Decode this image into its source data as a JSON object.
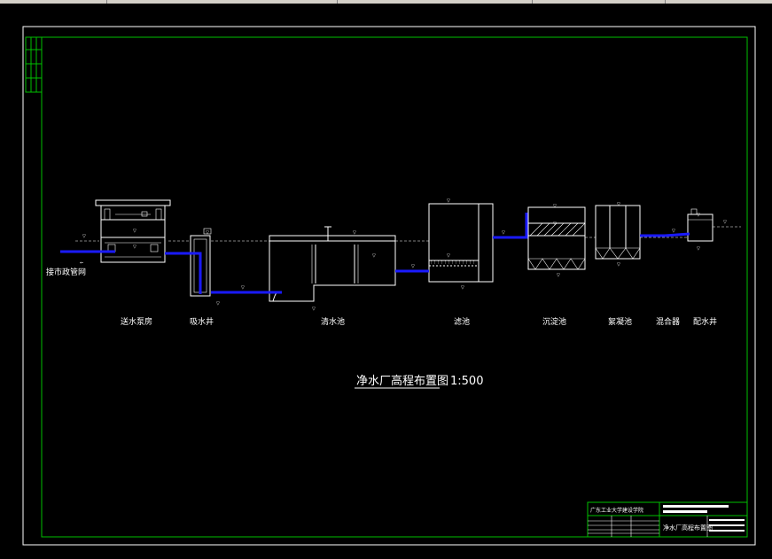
{
  "drawing": {
    "title": "净水厂高程布置图",
    "scale": "1:500",
    "inlet_label": "接市政管网",
    "structures": [
      {
        "key": "pump",
        "label": "送水泵房"
      },
      {
        "key": "well",
        "label": "吸水井"
      },
      {
        "key": "clearwell",
        "label": "清水池"
      },
      {
        "key": "filter",
        "label": "滤池"
      },
      {
        "key": "sedimentation",
        "label": "沉淀池"
      },
      {
        "key": "flocculation",
        "label": "絮凝池"
      },
      {
        "key": "mixer",
        "label": "混合器"
      },
      {
        "key": "inlet_well",
        "label": "配水井"
      }
    ]
  },
  "title_block": {
    "institution": "广东工业大学建设学院",
    "drawing_name": "净水厂高程布置图"
  },
  "colors": {
    "background": "#000000",
    "frame": "#00c000",
    "lines": "#ffffff",
    "pipe": "#1a1aff"
  }
}
